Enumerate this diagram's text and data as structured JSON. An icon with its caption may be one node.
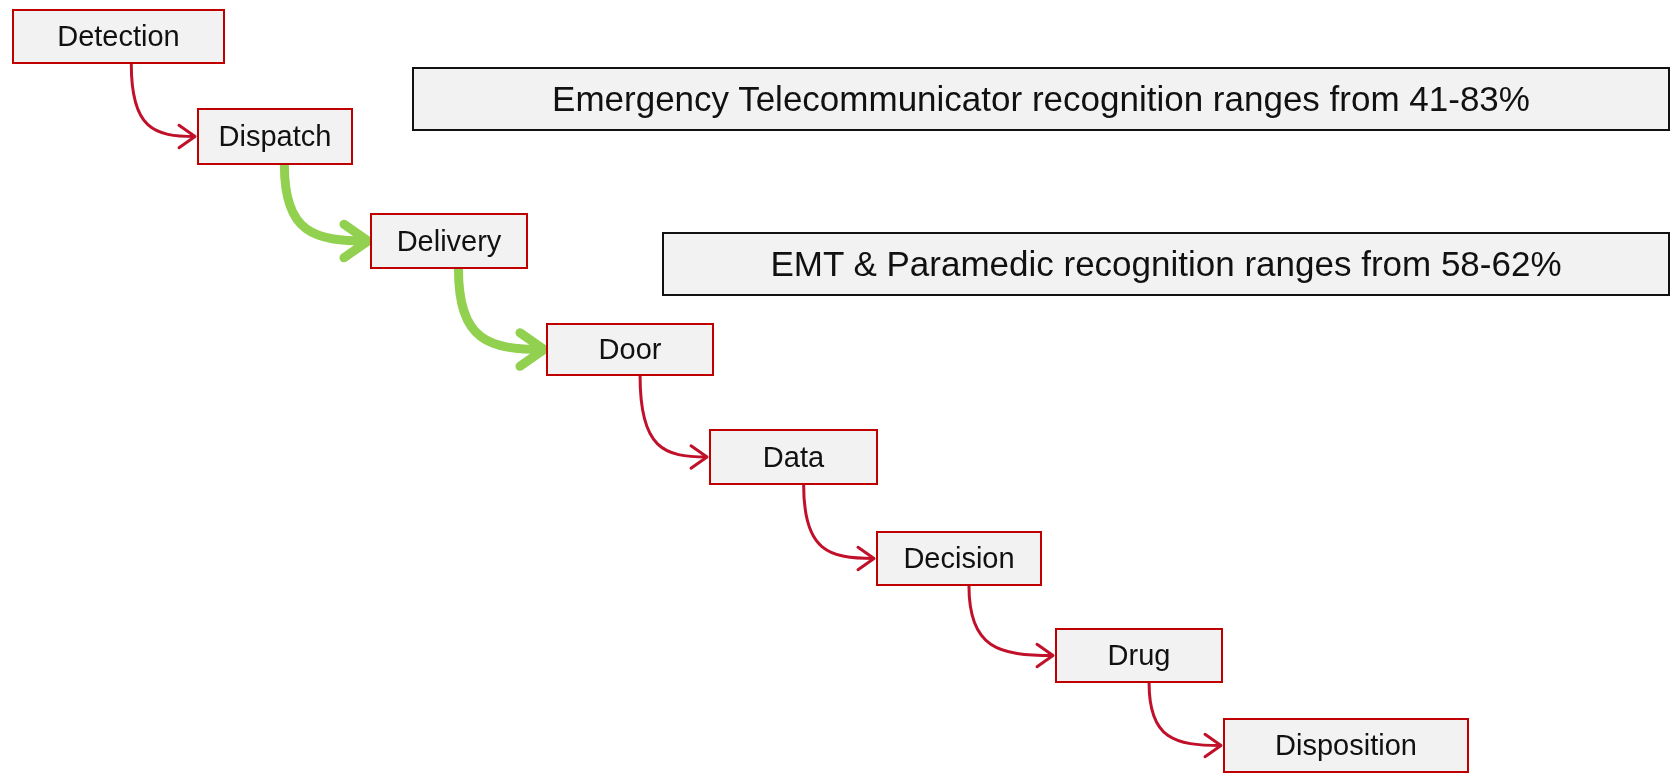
{
  "diagram": {
    "nodes": [
      {
        "text": [
          "Detection"
        ]
      },
      {
        "text": [
          "Emergency Telecommunicator recognition ranges from 41-83%"
        ]
      },
      {
        "text": [
          "Dispatch"
        ]
      },
      {
        "text": [
          "Delivery"
        ]
      },
      {
        "text": [
          "EMT & Paramedic recognition ranges from 58-62%"
        ]
      },
      {
        "text": [
          "Door"
        ]
      },
      {
        "text": [
          "Data"
        ]
      },
      {
        "text": [
          "Decision"
        ]
      },
      {
        "text": [
          "Drug"
        ]
      },
      {
        "text": [
          "Disposition"
        ]
      }
    ],
    "edges": [
      {
        "from": 0,
        "to": 2,
        "arrow": "to"
      },
      {
        "from": 2,
        "to": 3,
        "arrow": "to",
        "style": "thick",
        "color": "#92d050"
      },
      {
        "from": 3,
        "to": 5,
        "arrow": "to",
        "style": "thick",
        "color": "#92d050"
      },
      {
        "from": 5,
        "to": 6,
        "arrow": "to"
      },
      {
        "from": 6,
        "to": 7,
        "arrow": "to"
      },
      {
        "from": 7,
        "to": 8,
        "arrow": "to"
      },
      {
        "from": 8,
        "to": 9,
        "arrow": "to"
      }
    ]
  }
}
